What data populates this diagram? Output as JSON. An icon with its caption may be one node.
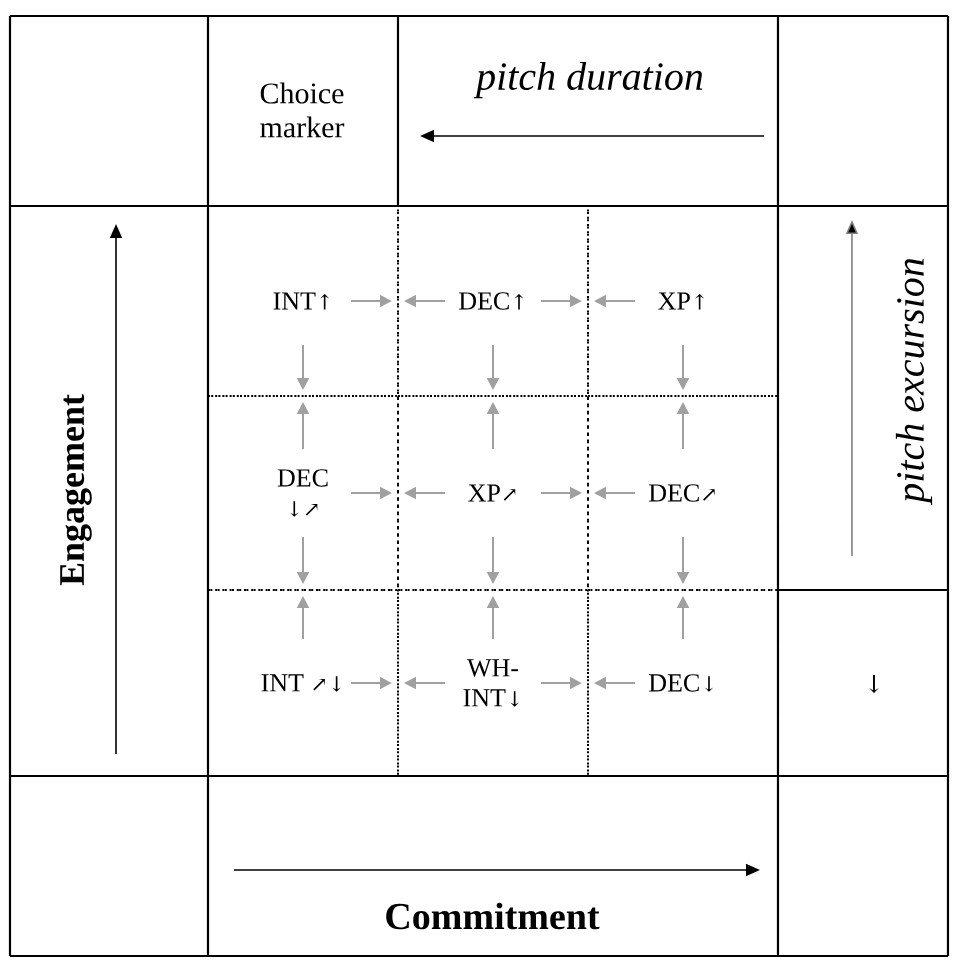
{
  "diagram": {
    "nodes": [
      {
        "text": [
          "INT↑"
        ]
      },
      {
        "text": [
          "DEC↑"
        ]
      },
      {
        "text": [
          "XP↑"
        ]
      },
      {
        "text": [
          "DEC ↓↗"
        ]
      },
      {
        "text": [
          "XP↗"
        ]
      },
      {
        "text": [
          "DEC↗"
        ]
      },
      {
        "text": [
          "INT ↗↓"
        ]
      },
      {
        "text": [
          "WH-INT↓"
        ]
      },
      {
        "text": [
          "DEC↓"
        ]
      }
    ],
    "edges": [
      {
        "from": 0,
        "to": 1,
        "arrow": "to"
      },
      {
        "from": 1,
        "to": 0,
        "arrow": "to"
      },
      {
        "from": 1,
        "to": 2,
        "arrow": "to"
      },
      {
        "from": 2,
        "to": 1,
        "arrow": "to"
      },
      {
        "from": 0,
        "to": 3,
        "arrow": "to"
      },
      {
        "from": 3,
        "to": 0,
        "arrow": "to"
      },
      {
        "from": 1,
        "to": 4,
        "arrow": "to"
      },
      {
        "from": 4,
        "to": 1,
        "arrow": "to"
      },
      {
        "from": 2,
        "to": 5,
        "arrow": "to"
      },
      {
        "from": 5,
        "to": 2,
        "arrow": "to"
      },
      {
        "from": 3,
        "to": 4,
        "arrow": "to"
      },
      {
        "from": 4,
        "to": 3,
        "arrow": "to"
      },
      {
        "from": 4,
        "to": 5,
        "arrow": "to"
      },
      {
        "from": 5,
        "to": 4,
        "arrow": "to"
      },
      {
        "from": 3,
        "to": 6,
        "arrow": "to"
      },
      {
        "from": 6,
        "to": 3,
        "arrow": "to"
      },
      {
        "from": 4,
        "to": 7,
        "arrow": "to"
      },
      {
        "from": 7,
        "to": 4,
        "arrow": "to"
      },
      {
        "from": 5,
        "to": 8,
        "arrow": "to"
      },
      {
        "from": 8,
        "to": 5,
        "arrow": "to"
      },
      {
        "from": 6,
        "to": 7,
        "arrow": "to"
      },
      {
        "from": 7,
        "to": 6,
        "arrow": "to"
      },
      {
        "from": 7,
        "to": 8,
        "arrow": "to"
      },
      {
        "from": 8,
        "to": 7,
        "arrow": "to"
      }
    ],
    "labels": [
      "Choice marker",
      "pitch duration",
      "Engagement",
      "pitch excursion",
      "↓",
      "Commitment"
    ]
  }
}
